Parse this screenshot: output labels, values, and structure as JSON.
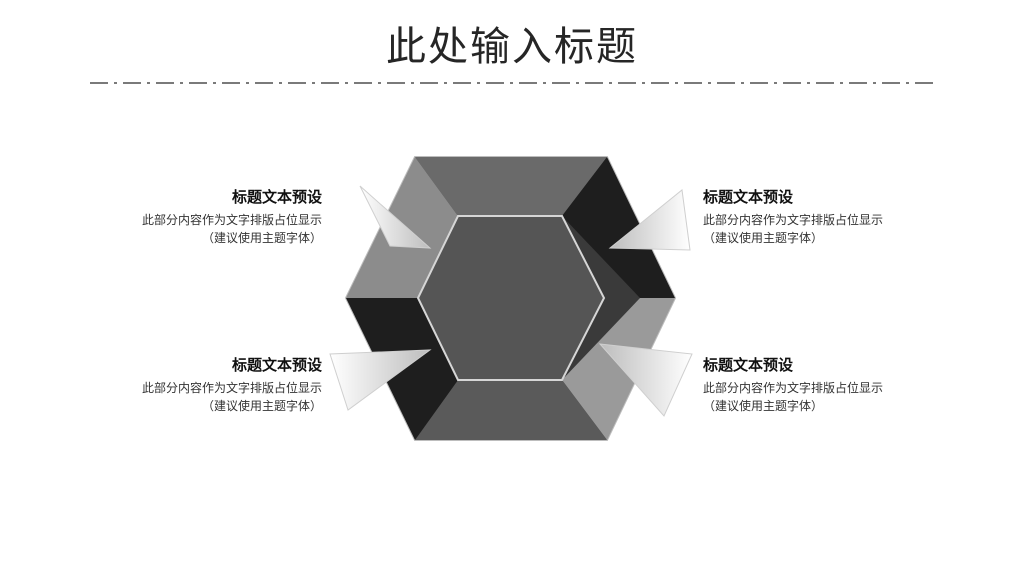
{
  "title": "此处输入标题",
  "items": [
    {
      "heading": "标题文本预设",
      "line1": "此部分内容作为文字排版占位显示",
      "line2": "（建议使用主题字体）"
    },
    {
      "heading": "标题文本预设",
      "line1": "此部分内容作为文字排版占位显示",
      "line2": "（建议使用主题字体）"
    },
    {
      "heading": "标题文本预设",
      "line1": "此部分内容作为文字排版占位显示",
      "line2": "（建议使用主题字体）"
    },
    {
      "heading": "标题文本预设",
      "line1": "此部分内容作为文字排版占位显示",
      "line2": "（建议使用主题字体）"
    }
  ],
  "colors": {
    "dark": "#1c1c1c",
    "mid": "#6e6e6e",
    "light": "#9a9a9a",
    "center": "#555555",
    "divider": "#7a7a7a"
  }
}
